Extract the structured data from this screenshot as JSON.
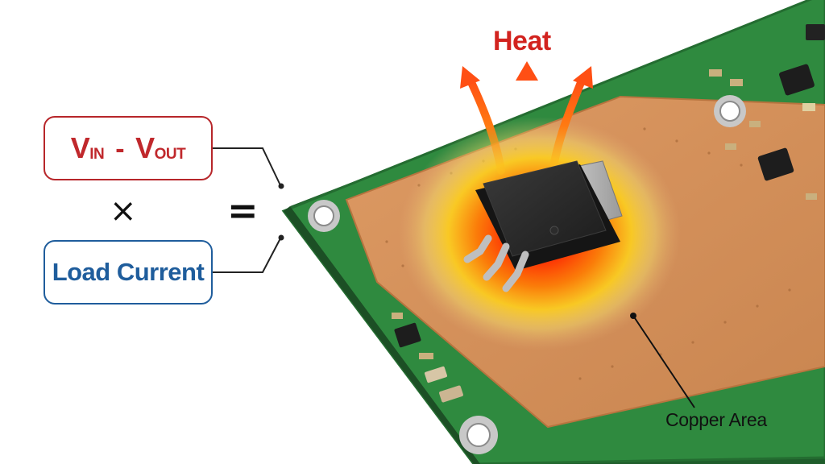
{
  "formula": {
    "voltage_in": {
      "main": "V",
      "sub": "IN"
    },
    "minus": "-",
    "voltage_out": {
      "main": "V",
      "sub": "OUT"
    },
    "times": "×",
    "load_current": "Load Current",
    "equals": "="
  },
  "labels": {
    "heat": "Heat",
    "copper_area": "Copper Area"
  },
  "colors": {
    "voltage_red": "#c0282c",
    "current_blue": "#1f5d9c",
    "heat_red": "#d2231f",
    "pcb_green": "#2f8a3f",
    "copper": "#d6925a",
    "hotspot": "#ff2a00"
  },
  "icons": {
    "heat_arrows": "heat-arrow-icon",
    "chip": "mosfet-package-icon"
  }
}
